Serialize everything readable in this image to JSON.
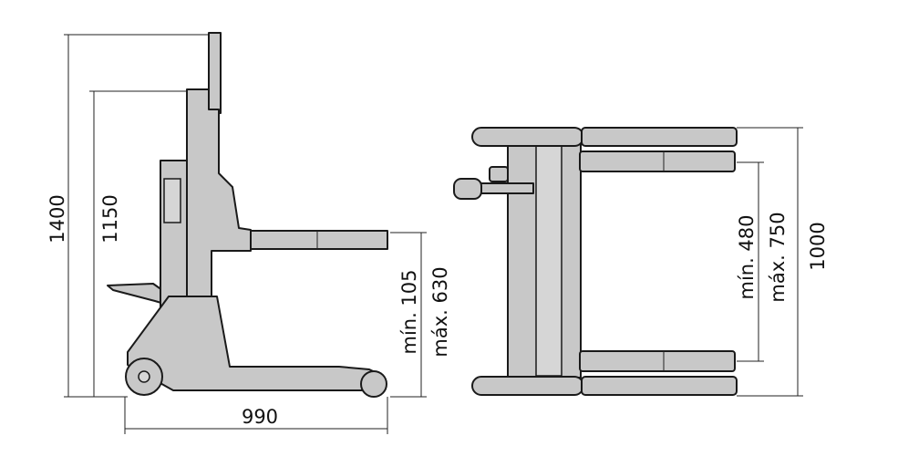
{
  "side_view": {
    "dim_total_height": "1400",
    "dim_fork_height": "1150",
    "dim_length": "990",
    "dim_fork_min": "mín. 105",
    "dim_fork_max": "máx. 630"
  },
  "top_view": {
    "dim_fork_spread_min": "mín. 480",
    "dim_fork_spread_max": "máx. 750",
    "dim_width": "1000"
  },
  "colors": {
    "body": "#c8c8c8",
    "outline": "#1a1a1a"
  }
}
